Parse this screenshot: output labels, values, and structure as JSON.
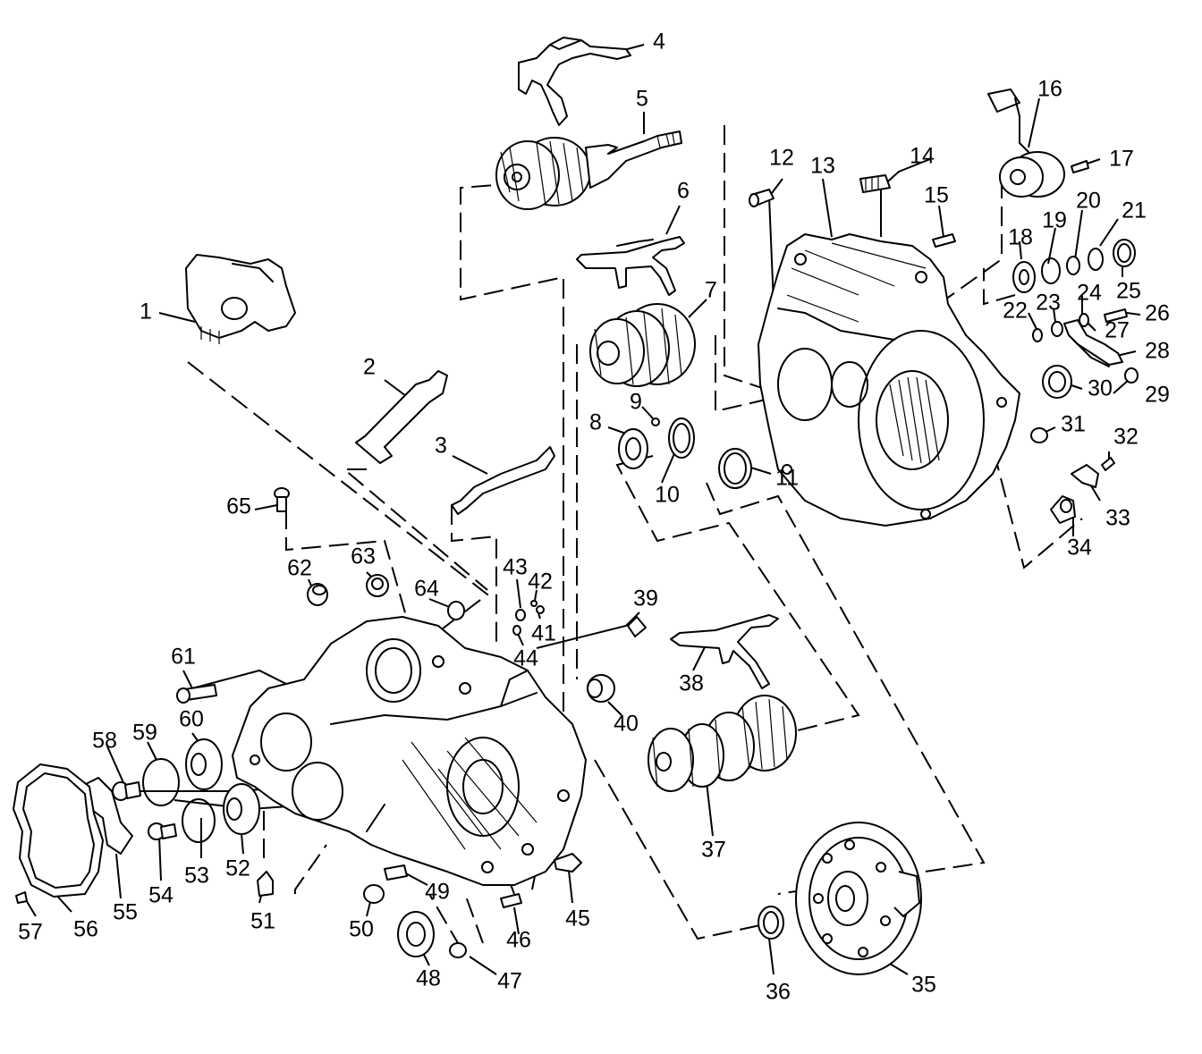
{
  "callouts": [
    "1",
    "2",
    "3",
    "4",
    "5",
    "6",
    "7",
    "8",
    "9",
    "10",
    "11",
    "12",
    "13",
    "14",
    "15",
    "16",
    "17",
    "18",
    "19",
    "20",
    "21",
    "22",
    "23",
    "24",
    "25",
    "26",
    "27",
    "28",
    "29",
    "30",
    "31",
    "32",
    "33",
    "34",
    "35",
    "36",
    "37",
    "38",
    "39",
    "40",
    "41",
    "42",
    "43",
    "44",
    "45",
    "46",
    "47",
    "48",
    "49",
    "50",
    "51",
    "52",
    "53",
    "54",
    "55",
    "56",
    "57",
    "58",
    "59",
    "60",
    "61",
    "62",
    "63",
    "64",
    "65"
  ],
  "colors": {
    "line": "#000000",
    "background": "#ffffff"
  }
}
